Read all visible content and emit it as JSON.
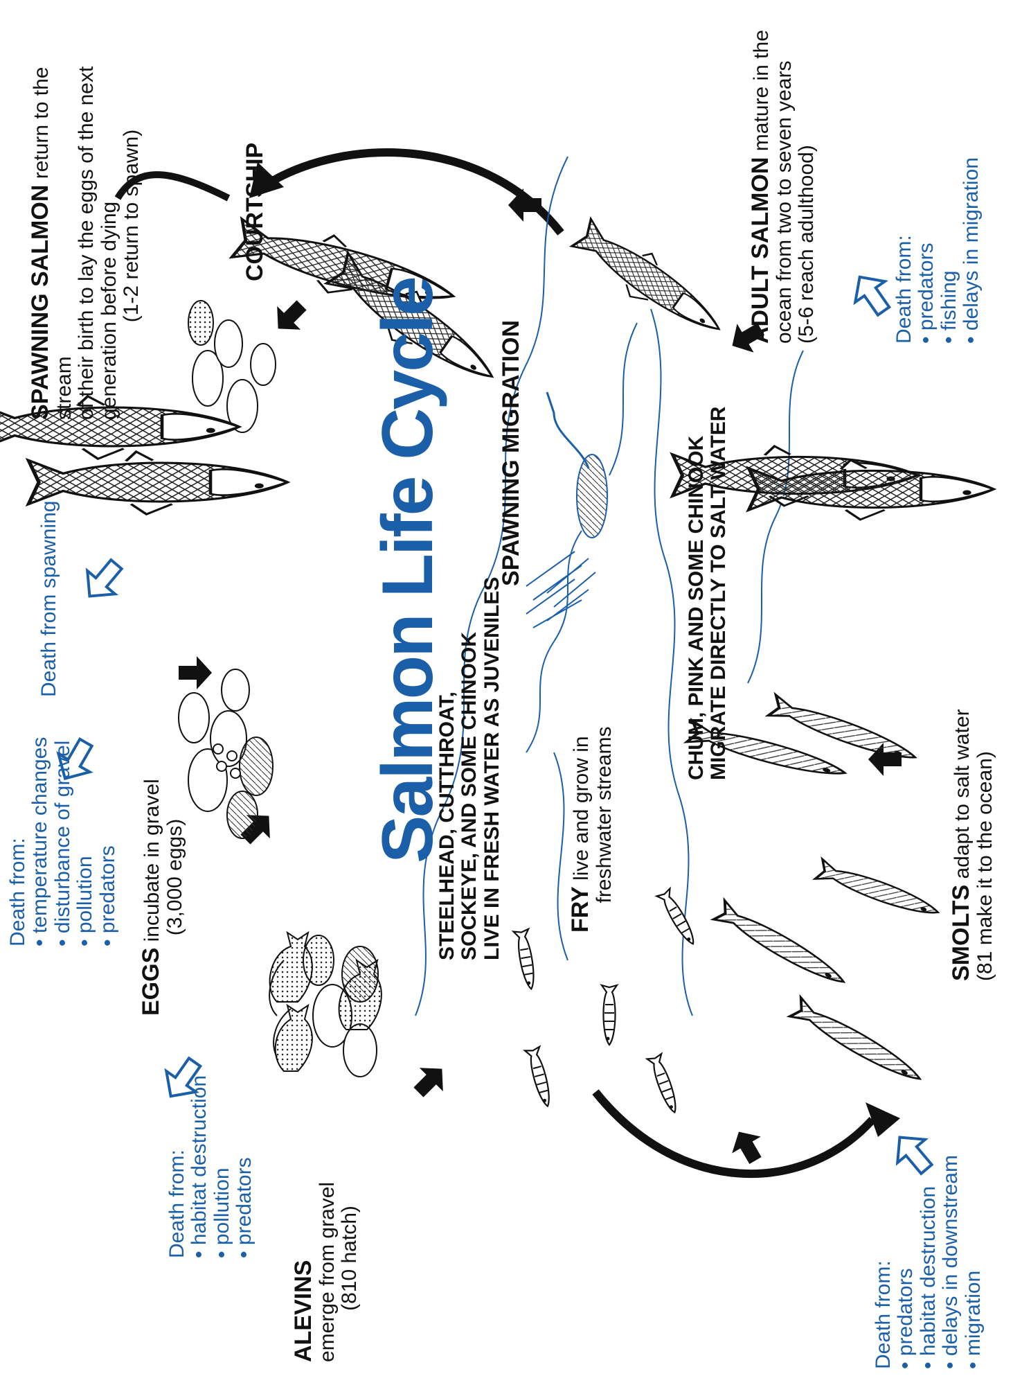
{
  "title": "Salmon Life Cycle",
  "colors": {
    "accent": "#1a5fa8",
    "ink": "#111111",
    "water": "#1a5fa8"
  },
  "stages": {
    "spawning_salmon": {
      "name": "SPAWNING SALMON",
      "desc1": "return to the stream",
      "desc2": "of their birth to lay the eggs of the next",
      "desc3": "generation before dying",
      "desc4": "(1-2 return to spawn)"
    },
    "courtship": {
      "name": "COURTSHIP"
    },
    "spawning_migration": {
      "name": "SPAWNING MIGRATION"
    },
    "adult_salmon": {
      "name": "ADULT SALMON",
      "desc1": "mature in the",
      "desc2": "ocean from two to seven years",
      "desc3": "(5-6 reach adulthood)"
    },
    "eggs": {
      "name": "EGGS",
      "desc1": "incubate in gravel",
      "desc2": "(3,000 eggs)"
    },
    "alevins": {
      "name": "ALEVINS",
      "desc1": "emerge from gravel",
      "desc2": "(810 hatch)"
    },
    "fry": {
      "name": "FRY",
      "desc1": "live and grow in",
      "desc2": "freshwater streams"
    },
    "smolts": {
      "name": "SMOLTS",
      "desc1": "adapt to salt water",
      "desc2": "(81 make it to the ocean)"
    }
  },
  "notes": {
    "juveniles": [
      "STEELHEAD, CUTTHROAT,",
      "SOCKEYE, AND SOME CHINOOK",
      "LIVE IN FRESH WATER AS JUVENILES"
    ],
    "direct_salt": [
      "CHUM, PINK AND SOME CHINOOK",
      "MIGRATE DIRECTLY TO SALT WATER"
    ]
  },
  "deaths": {
    "spawning": {
      "heading": "Death from spawning"
    },
    "eggs": {
      "heading": "Death from:",
      "items": [
        "temperature changes",
        "disturbance of gravel",
        "pollution",
        "predators"
      ]
    },
    "alevins": {
      "heading": "Death from:",
      "items": [
        "habitat destruction",
        "pollution",
        "predators"
      ]
    },
    "smolts": {
      "heading": "Death from:",
      "items": [
        "predators",
        "habitat destruction",
        "delays in downstream",
        "migration"
      ]
    },
    "adult": {
      "heading": "Death from:",
      "items": [
        "predators",
        "fishing",
        "delays in migration"
      ]
    }
  }
}
